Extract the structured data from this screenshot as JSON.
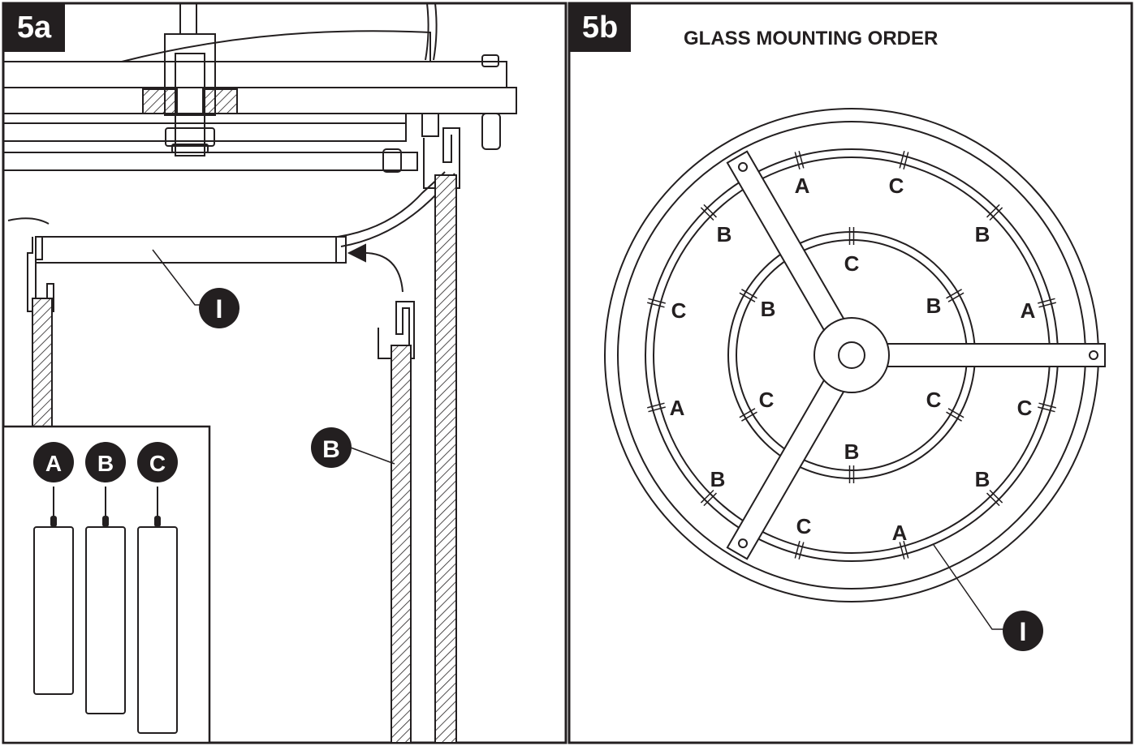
{
  "panels": {
    "left": {
      "tag": "5a"
    },
    "right": {
      "tag": "5b",
      "title": "GLASS MOUNTING ORDER"
    }
  },
  "callouts": {
    "ring": "I",
    "glass": "B"
  },
  "legend": [
    "A",
    "B",
    "C"
  ],
  "outer_ring_labels": [
    "A",
    "C",
    "B",
    "A",
    "C",
    "B",
    "A",
    "C",
    "B",
    "C",
    "A",
    "B"
  ],
  "inner_ring_labels": [
    "C",
    "B",
    "C",
    "B",
    "C",
    "B"
  ],
  "colors": {
    "ink": "#231f20",
    "paper": "#ffffff"
  }
}
